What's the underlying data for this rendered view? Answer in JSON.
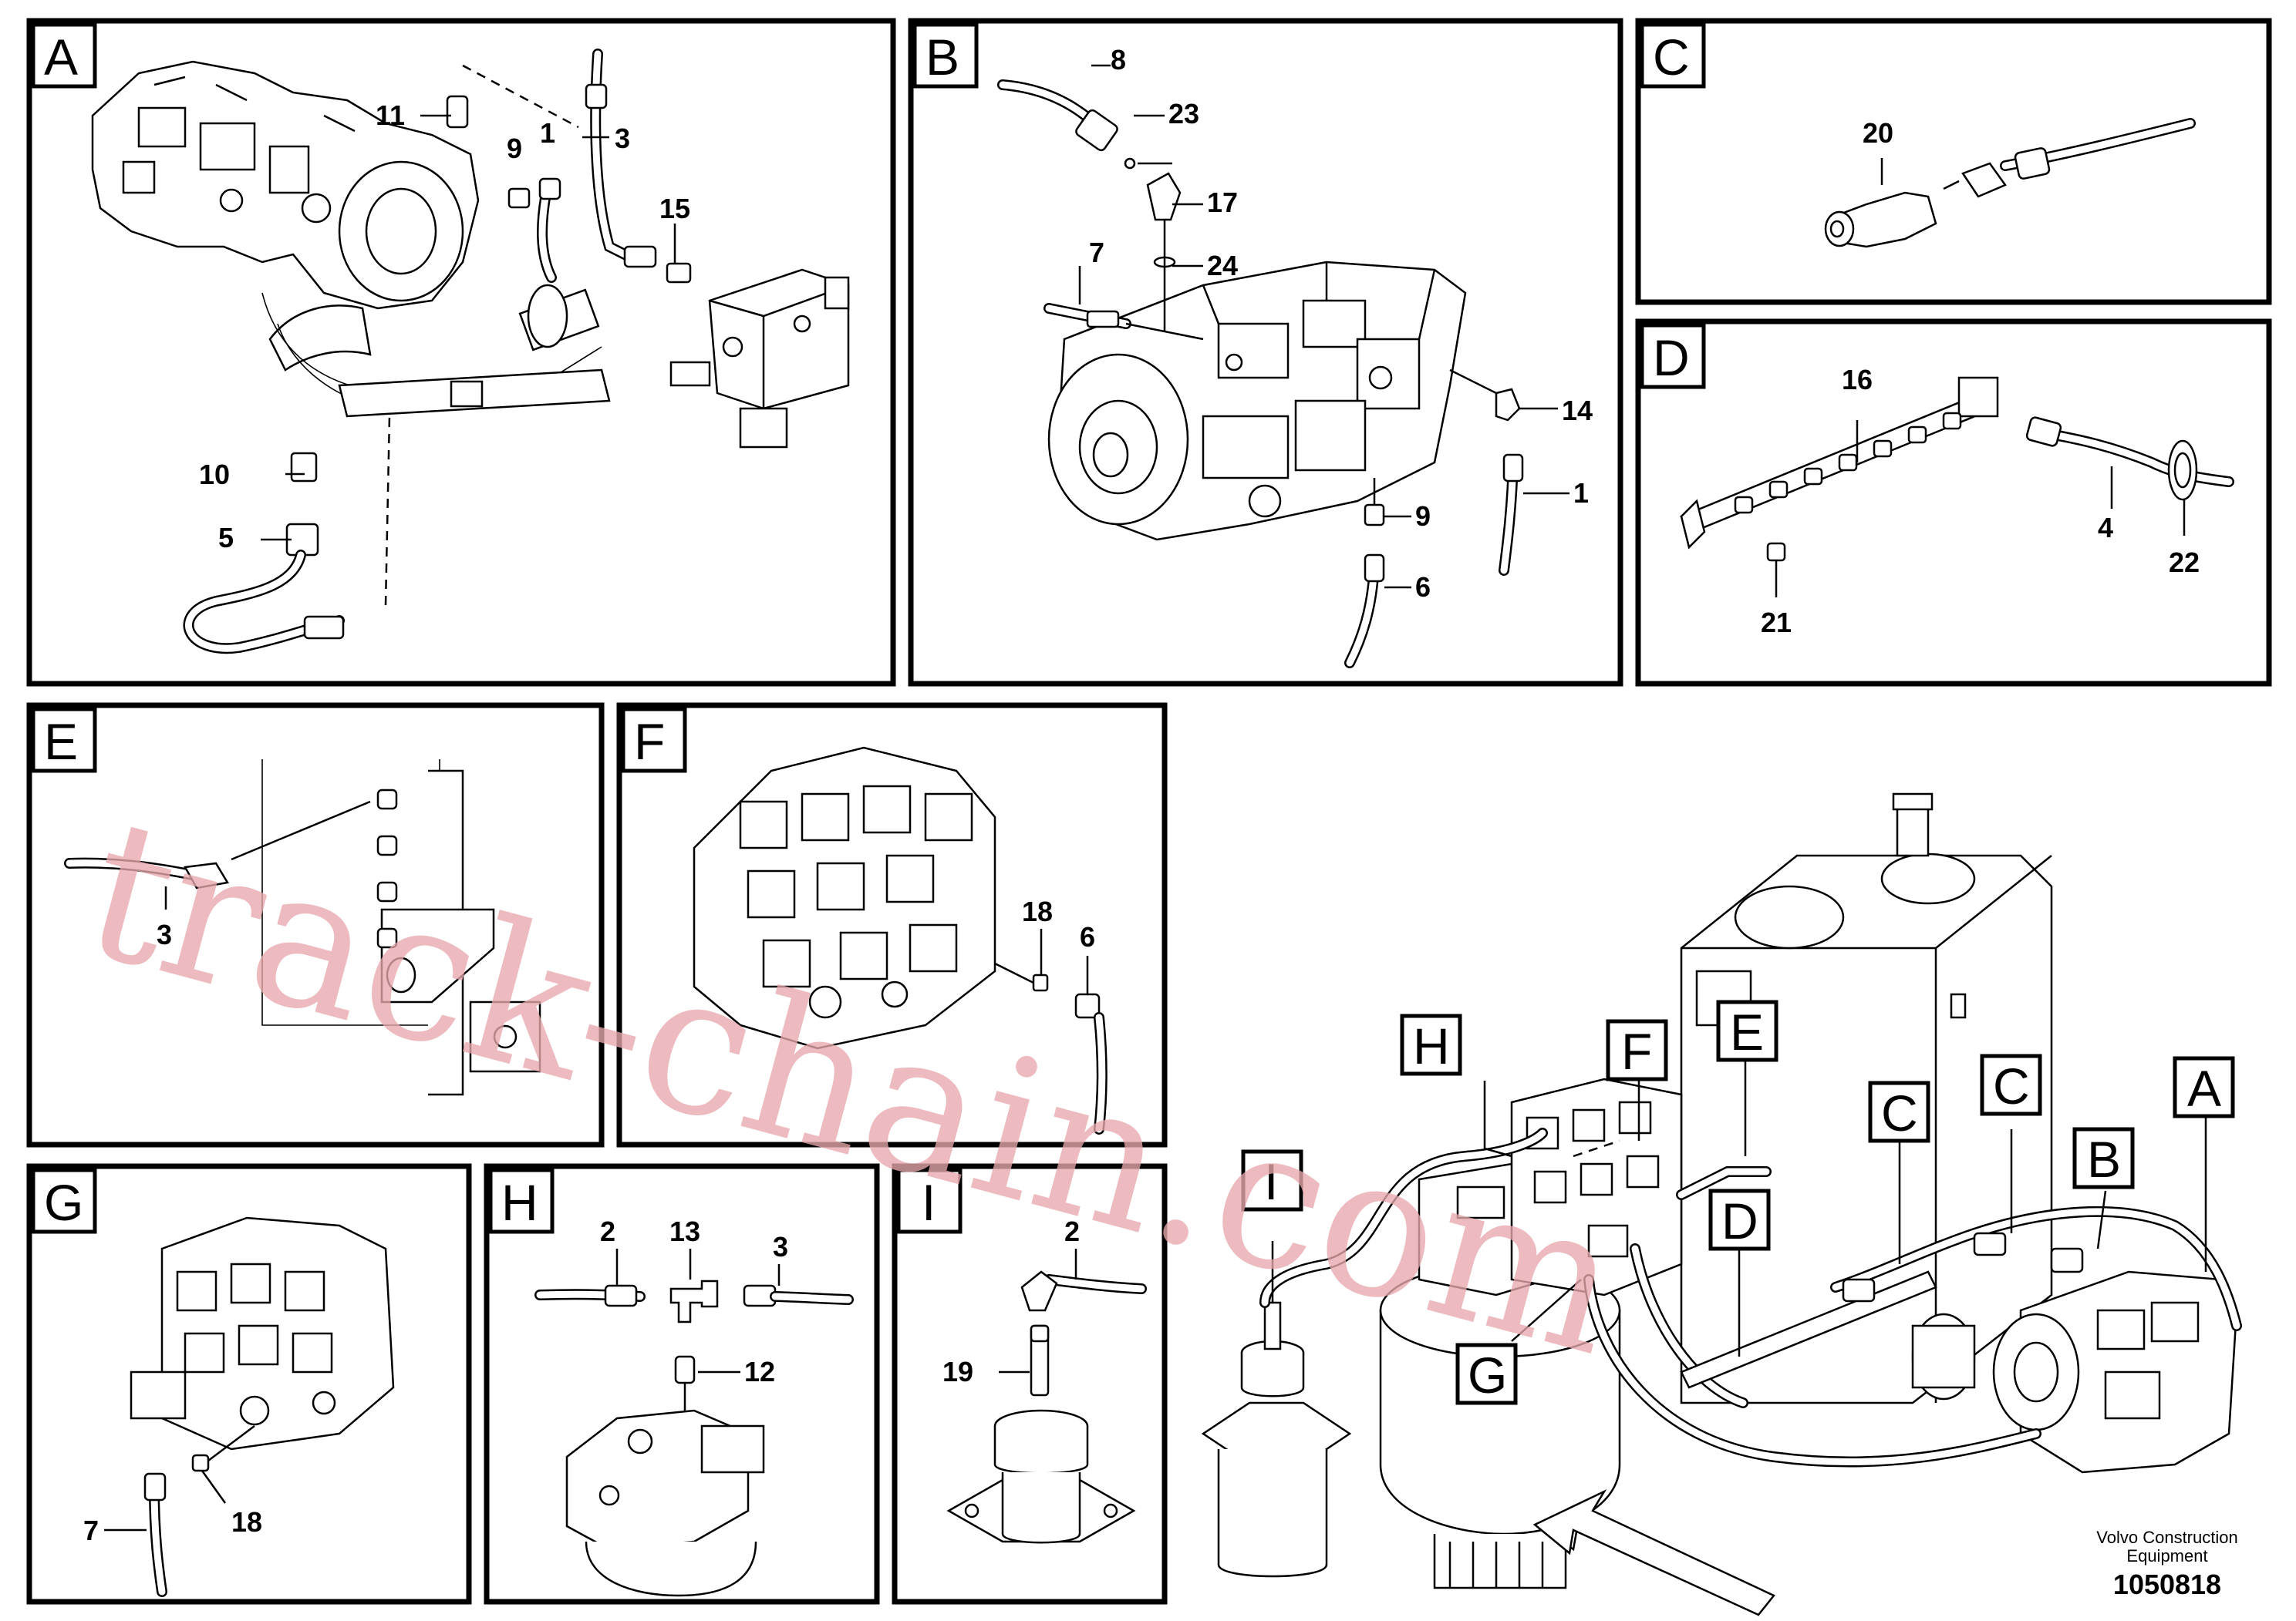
{
  "panels": {
    "A": {
      "tag": "A",
      "labels": [
        "11",
        "9",
        "1",
        "3",
        "15",
        "10",
        "5"
      ]
    },
    "B": {
      "tag": "B",
      "labels": [
        "8",
        "23",
        "17",
        "24",
        "7",
        "14",
        "1",
        "9",
        "6"
      ]
    },
    "C": {
      "tag": "C",
      "labels": [
        "20"
      ]
    },
    "D": {
      "tag": "D",
      "labels": [
        "16",
        "4",
        "22",
        "21"
      ]
    },
    "E": {
      "tag": "E",
      "labels": [
        "3"
      ]
    },
    "F": {
      "tag": "F",
      "labels": [
        "18",
        "6"
      ]
    },
    "G": {
      "tag": "G",
      "labels": [
        "7",
        "18"
      ]
    },
    "H": {
      "tag": "H",
      "labels": [
        "2",
        "13",
        "3",
        "12"
      ]
    },
    "I": {
      "tag": "I",
      "labels": [
        "2",
        "19"
      ]
    }
  },
  "overview": {
    "callouts": [
      "H",
      "F",
      "E",
      "C",
      "C",
      "A",
      "B",
      "D",
      "I",
      "G"
    ]
  },
  "watermark": "track-chain.com",
  "credit": {
    "line1": "Volvo Construction",
    "line2": "Equipment"
  },
  "doc_number": "1050818"
}
